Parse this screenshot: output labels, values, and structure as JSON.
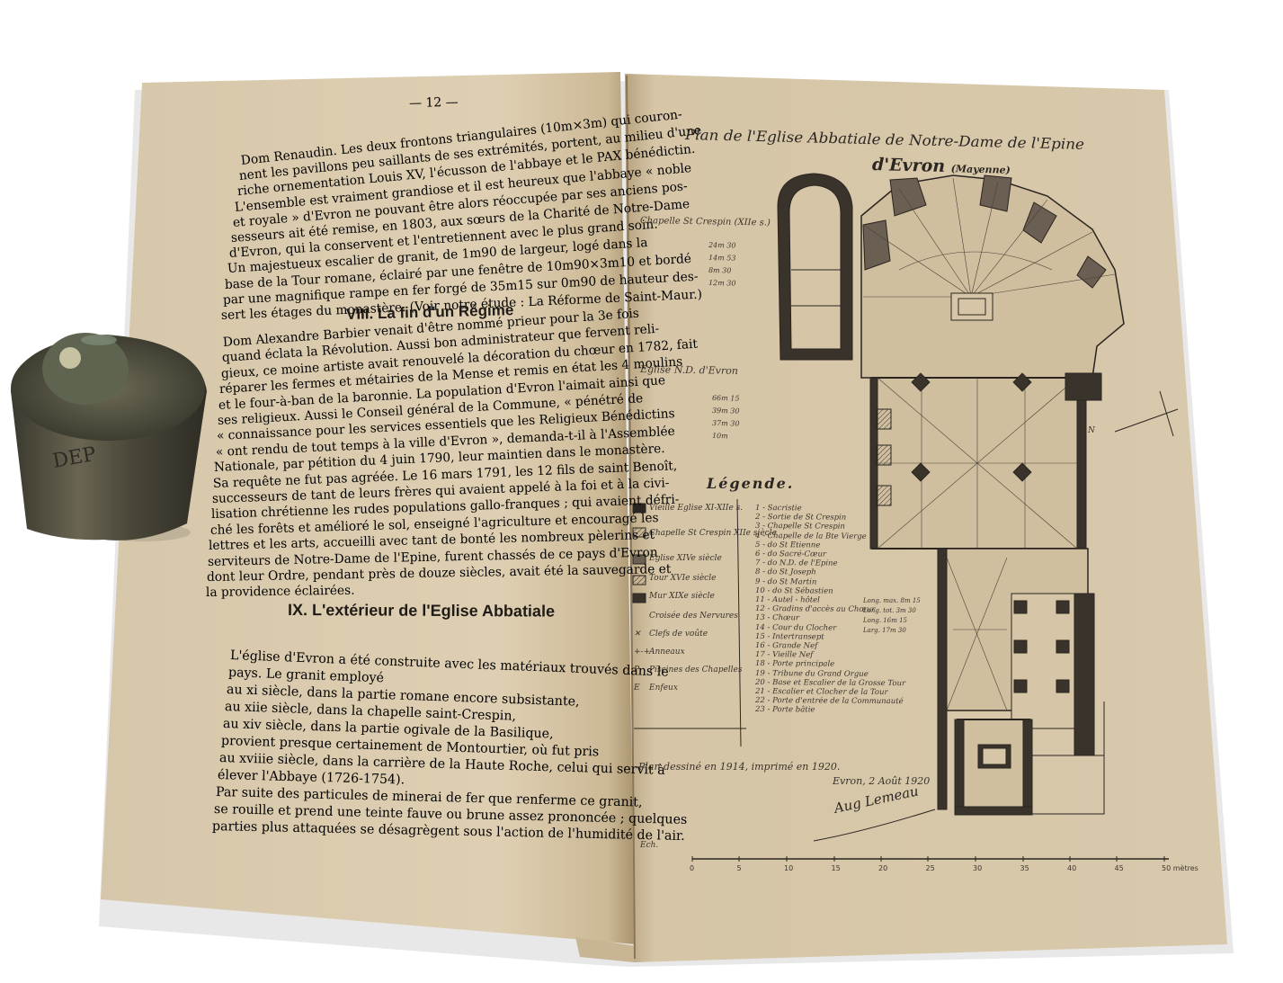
{
  "left_page": {
    "page_number": "— 12 —",
    "paragraph1": [
      "Dom Renaudin. Les deux frontons triangulaires (10m×3m) qui couron-",
      "nent les pavillons peu saillants de ses extrémités, portent, au milieu d'une",
      "riche ornementation Louis XV, l'écusson de l'abbaye et le PAX bénédictin.",
      "L'ensemble est vraiment grandiose et il est heureux que l'abbaye « noble",
      "et royale » d'Evron ne pouvant être alors réoccupée par ses anciens pos-",
      "sesseurs ait été remise, en 1803, aux sœurs de la Charité de Notre-Dame",
      "d'Evron, qui la conservent et l'entretiennent avec le plus grand soin.",
      "Un majestueux escalier de granit, de 1m90 de largeur, logé dans la",
      "base de la Tour romane, éclairé par une fenêtre de 10m90×3m10 et bordé",
      "par une magnifique rampe en fer forgé de 35m15 sur 0m90 de hauteur des-",
      "sert les étages du monastère. (Voir notre étude : La Réforme de Saint-Maur.)"
    ],
    "heading8": "VIII. La fin d'un Régime",
    "paragraph2": [
      "Dom Alexandre Barbier venait d'être nommé prieur pour la 3e fois",
      "quand éclata la Révolution. Aussi bon administrateur que fervent reli-",
      "gieux, ce moine artiste avait renouvelé la décoration du chœur en 1782, fait",
      "réparer les fermes et métairies de la Mense et remis en état les 4 moulins",
      "et le four-à-ban de la baronnie. La population d'Evron l'aimait ainsi que",
      "ses religieux. Aussi le Conseil général de la Commune, « pénétré de",
      "« connaissance pour les services essentiels que les Religieux Bénédictins",
      "« ont rendu de tout temps à la ville d'Evron », demanda-t-il à l'Assemblée",
      "Nationale, par pétition du 4 juin 1790, leur maintien dans le monastère.",
      "Sa requête ne fut pas agréée. Le 16 mars 1791, les 12 fils de saint Benoît,",
      "successeurs de tant de leurs frères qui avaient appelé à la foi et à la civi-",
      "lisation chrétienne les rudes populations gallo-franques ; qui avaient défri-",
      "ché les forêts et amélioré le sol, enseigné l'agriculture et encouragé les",
      "lettres et les arts, accueilli avec tant de bonté les nombreux pèlerins et",
      "serviteurs de Notre-Dame de l'Epine, furent chassés de ce pays d'Evron",
      "dont leur Ordre, pendant près de douze siècles, avait été la sauvegarde et",
      "la providence éclairées."
    ],
    "heading9": "IX. L'extérieur de l'Eglise Abbatiale",
    "paragraph3": [
      "L'église d'Evron a été construite avec les matériaux trouvés dans le",
      "pays. Le granit employé",
      "au xi siècle, dans la partie romane encore subsistante,",
      "au xiie siècle, dans la chapelle saint-Crespin,",
      "au xiv siècle, dans la partie ogivale de la Basilique,",
      "provient presque certainement de Montourtier, où fut pris",
      "au xviiie siècle, dans la carrière de la Haute Roche, celui qui servit à",
      "élever l'Abbaye (1726-1754).",
      "Par suite des particules de minerai de fer que renferme ce granit,",
      "se rouille et prend une teinte fauve ou brune assez prononcée ; quelques",
      "parties plus attaquées se désagrègent sous l'action de l'humidité de l'air."
    ]
  },
  "right_page": {
    "title_line1": "Plan de l'Eglise Abbatiale de Notre-Dame de l'Epine",
    "title_line2_main": "d'Evron",
    "title_line2_sub": "(Mayenne)",
    "chapelle_label": "Chapelle St Crespin (XIIe s.)",
    "chapelle_rows": [
      "24m 30",
      "14m 53",
      "8m 30",
      "12m 30"
    ],
    "eglise_label": "Eglise N.D. d'Evron",
    "eglise_rows": [
      "66m 15",
      "39m 30",
      "37m 30",
      "10m"
    ],
    "legende_title": "Légende.",
    "legend": [
      "Vieille Eglise XI-XIIe s.",
      "Chapelle St Crespin XIIe siècle",
      "Eglise XIVe siècle",
      "Tour XVIe siècle",
      "Mur XIXe siècle",
      "Croisée des Nervures",
      "Clefs de voûte",
      "Anneaux",
      "Piscines des Chapelles",
      "Enfeux"
    ],
    "legend_keys": [
      "",
      "",
      "",
      "",
      "",
      "",
      "✕",
      "+-+",
      "P",
      "E"
    ],
    "numbers": [
      "1 - Sacristie",
      "2 - Sortie de St Crespin",
      "3 - Chapelle St Crespin",
      "4 - Chapelle de la Bte Vierge",
      "5 - do St Etienne",
      "6 - do Sacré-Cœur",
      "7 - do N.D. de l'Epine",
      "8 - do St Joseph",
      "9 - do St Martin",
      "10 - do St Sébastien",
      "11 - Autel - hôtel",
      "12 - Gradins d'accès au Chœur",
      "13 - Chœur",
      "14 - Cour du Clocher",
      "15 - Intertransept",
      "16 - Grande Nef",
      "17 - Vieille Nef",
      "18 - Porte principale",
      "19 - Tribune du Grand Orgue",
      "20 - Base et Escalier de la Grosse Tour",
      "21 - Escalier et Clocher de la Tour",
      "22 - Porte d'entrée de la Communauté",
      "23 - Porte bâtie"
    ],
    "side_notes": [
      "Long. max. 8m 15",
      "Long. tot. 3m 30",
      "Long. 16m 15",
      "Larg. 17m 30"
    ],
    "footer_left": "Plan dessiné en 1914, imprimé en 1920.",
    "footer_date": "Evron, 2 Août 1920",
    "signature": "Aug Lemeau",
    "scale_marks": [
      "0",
      "5",
      "10",
      "15",
      "20",
      "25",
      "30",
      "35",
      "40",
      "45",
      "50 mètres"
    ],
    "ech_label": "Ech.",
    "compass_letter": "N"
  },
  "weight_letters": "DEP"
}
